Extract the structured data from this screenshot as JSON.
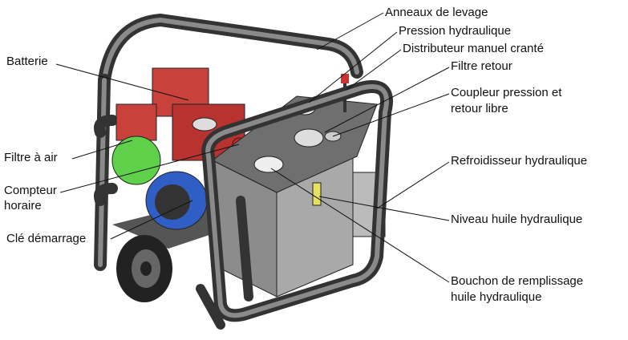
{
  "title": "Groupe hydraulique - nomenclature",
  "labels": {
    "anneaux": "Anneaux de levage",
    "pression": "Pression hydraulique",
    "distributeur": "Distributeur manuel cranté",
    "filtre_retour": "Filtre retour",
    "coupleur_1": "Coupleur pression et",
    "coupleur_2": "retour libre",
    "batterie": "Batterie",
    "filtre_air": "Filtre à air",
    "compteur_1": "Compteur",
    "compteur_2": "horaire",
    "cle": "Clé démarrage",
    "refroidisseur": "Refroidisseur hydraulique",
    "niveau": "Niveau huile hydraulique",
    "bouchon_1": "Bouchon de remplissage",
    "bouchon_2": "huile hydraulique"
  },
  "colors": {
    "frame": "#3a3a3a",
    "tank": "#a9a9a9",
    "engine_red": "#c8413b",
    "filter_green": "#5fd04a",
    "engine_blue": "#2f5fc4"
  }
}
